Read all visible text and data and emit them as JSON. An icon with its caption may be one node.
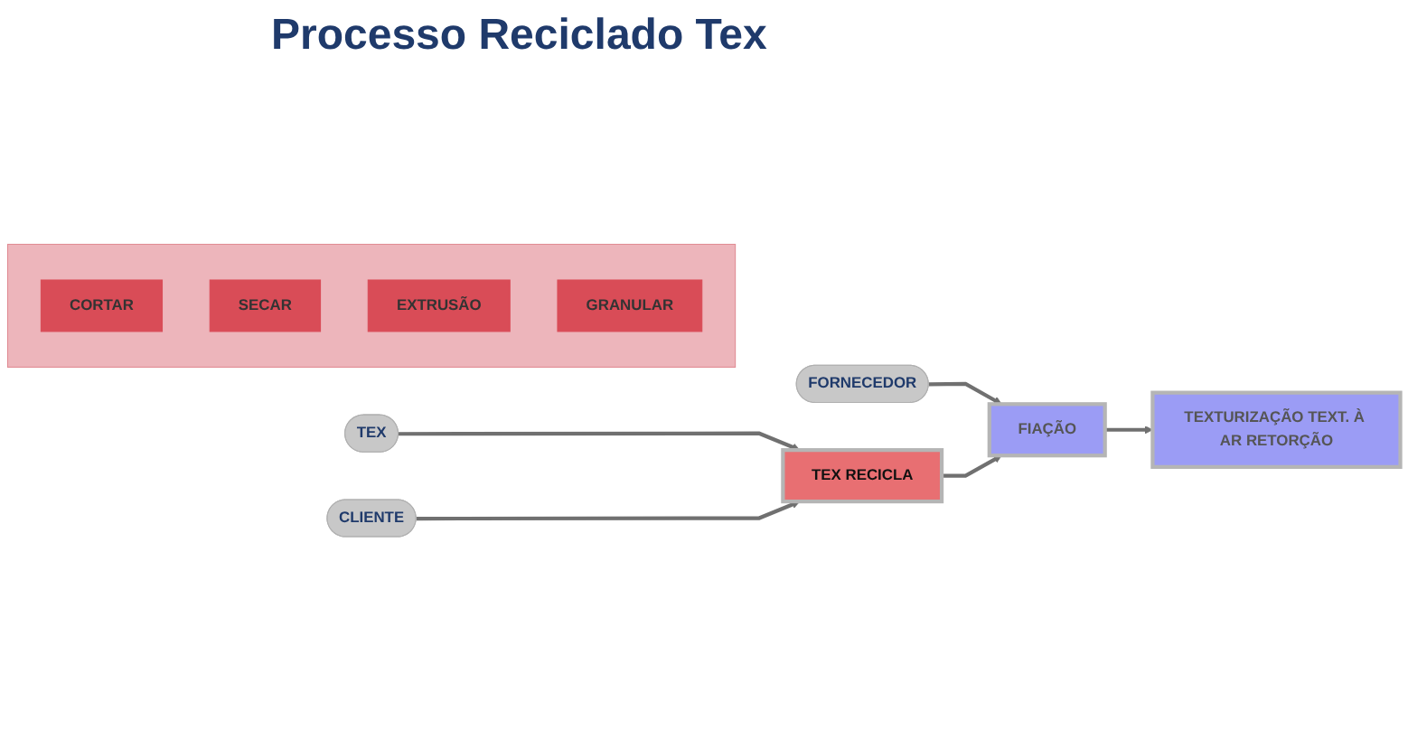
{
  "diagram": {
    "title": "Processo Reciclado Tex",
    "nodes": [
      {
        "text": [
          "FORNECEDOR"
        ]
      },
      {
        "text": [
          "FIAÇÃO"
        ]
      },
      {
        "text": [
          "TEXTURIZAÇÃO TEXT. À AR RETORÇÃO"
        ]
      },
      {
        "text": [
          "TEX"
        ]
      },
      {
        "text": [
          "TEX RECICLA"
        ]
      },
      {
        "text": [
          "CLIENTE"
        ]
      },
      {
        "text": [],
        "shape": "box"
      },
      {
        "text": [
          "CORTAR"
        ],
        "in": 6
      },
      {
        "text": [
          "SECAR"
        ],
        "in": 6
      },
      {
        "text": [
          "EXTRUSÃO"
        ],
        "in": 6
      },
      {
        "text": [
          "GRANULAR"
        ],
        "in": 6
      }
    ],
    "edges": [
      {
        "from": 0,
        "to": 1,
        "arrow": "to"
      },
      {
        "from": 1,
        "to": 2,
        "arrow": "to"
      },
      {
        "from": 3,
        "to": 4,
        "arrow": "to"
      },
      {
        "from": 5,
        "to": 4,
        "arrow": "to"
      },
      {
        "from": 4,
        "to": 1,
        "arrow": "to"
      }
    ]
  }
}
